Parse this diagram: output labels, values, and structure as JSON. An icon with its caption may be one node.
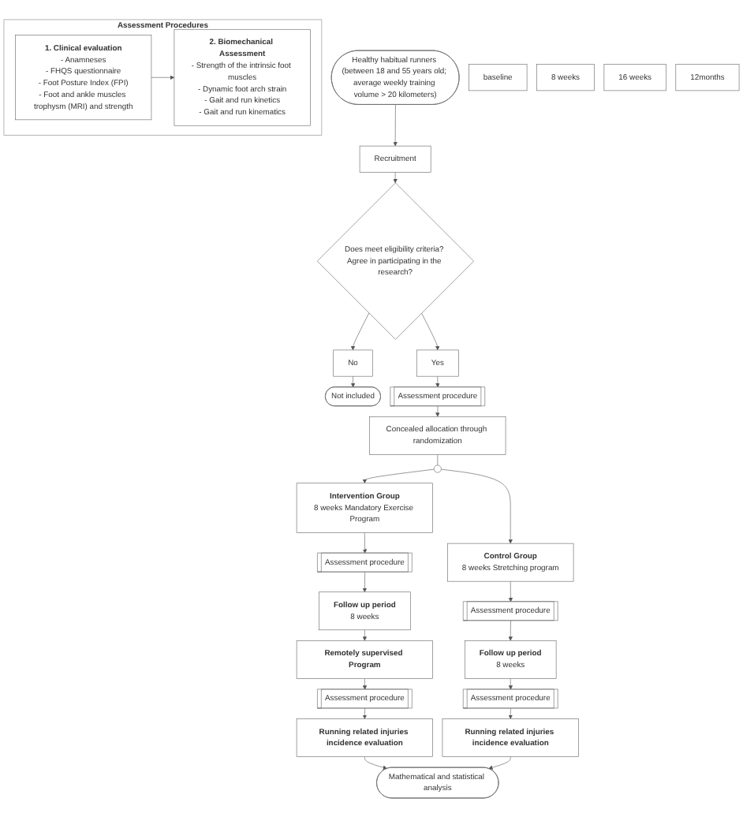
{
  "diagram": {
    "nodes": [
      {
        "text": [
          "Healthy habitual runners (between 18 and 55 years old; average weekly training volume > 20 kilometers)"
        ]
      },
      {
        "text": [
          "Recruitment"
        ]
      },
      {
        "text": [
          "Does meet eligibility criteria? Agree in participating in the research?"
        ]
      },
      {
        "text": [
          "No"
        ]
      },
      {
        "text": [
          "Not included"
        ]
      },
      {
        "text": [
          "Yes"
        ]
      },
      {
        "text": [
          "Assessment procedure"
        ]
      },
      {
        "text": [
          "baseline"
        ]
      },
      {
        "text": [
          "Concealed allocation through randomization"
        ]
      },
      {
        "text": [],
        "shape": "circle"
      },
      {
        "text": [
          "Intervention Group",
          "8 weeks Mandatory Exercise Program"
        ]
      },
      {
        "text": [
          "Control Group",
          "8 weeks Stretching program"
        ]
      },
      {
        "text": [
          "Assessment procedure"
        ]
      },
      {
        "text": [
          "Assessment procedure"
        ]
      },
      {
        "text": [
          "8 weeks"
        ]
      },
      {
        "text": [
          "Follow up period",
          "8 weeks"
        ]
      },
      {
        "text": [
          "Follow up period",
          "8 weeks"
        ]
      },
      {
        "text": [
          "Remotely supervised Program"
        ]
      },
      {
        "text": [
          "Assessment procedure"
        ]
      },
      {
        "text": [
          "Assessment procedure"
        ]
      },
      {
        "text": [
          "16 weeks"
        ]
      },
      {
        "text": [
          "Running related injuries incidence evaluation"
        ]
      },
      {
        "text": [
          "Running related injuries incidence evaluation"
        ]
      },
      {
        "text": [
          "12months"
        ]
      },
      {
        "text": [
          "Mathematical and statistical analysis"
        ]
      },
      {
        "text": [
          "Assessment Procedures"
        ]
      },
      {
        "text": [
          "1. Clinical evaluation",
          "- Anamneses",
          "- FHQS questionnaire",
          "- Foot Posture Index (FPI)",
          "- Foot and ankle muscles trophysm (MRI) and strength"
        ],
        "in": 25
      },
      {
        "text": [
          "2. Biomechanical Assessment",
          "- Strength of the intrinsic foot muscles",
          "- Dynamic foot arch strain",
          "- Gait and run kinetics",
          "- Gait and run kinematics"
        ],
        "in": 25
      }
    ],
    "edges": [
      {
        "from": 0,
        "to": 1,
        "arrow": "to"
      },
      {
        "from": 1,
        "to": 2,
        "arrow": "to"
      },
      {
        "from": 2,
        "to": 3,
        "arrow": "to"
      },
      {
        "from": 3,
        "to": 4,
        "arrow": "to"
      },
      {
        "from": 2,
        "to": 5,
        "arrow": "to"
      },
      {
        "from": 5,
        "to": 6,
        "arrow": "to"
      },
      {
        "from": 6,
        "to": 8,
        "arrow": "to"
      },
      {
        "from": 8,
        "to": 9,
        "arrow": "none"
      },
      {
        "from": 9,
        "to": 10,
        "arrow": "to"
      },
      {
        "from": 9,
        "to": 11,
        "arrow": "to"
      },
      {
        "from": 10,
        "to": 12,
        "arrow": "to"
      },
      {
        "from": 12,
        "to": 15,
        "arrow": "to"
      },
      {
        "from": 15,
        "to": 17,
        "arrow": "to"
      },
      {
        "from": 17,
        "to": 18,
        "arrow": "to"
      },
      {
        "from": 18,
        "to": 21,
        "arrow": "to"
      },
      {
        "from": 11,
        "to": 13,
        "arrow": "to"
      },
      {
        "from": 13,
        "to": 16,
        "arrow": "to"
      },
      {
        "from": 16,
        "to": 19,
        "arrow": "to"
      },
      {
        "from": 19,
        "to": 22,
        "arrow": "to"
      },
      {
        "from": 21,
        "to": 24,
        "arrow": "to"
      },
      {
        "from": 22,
        "to": 24,
        "arrow": "to"
      },
      {
        "from": 26,
        "to": 27,
        "arrow": "to"
      }
    ]
  }
}
